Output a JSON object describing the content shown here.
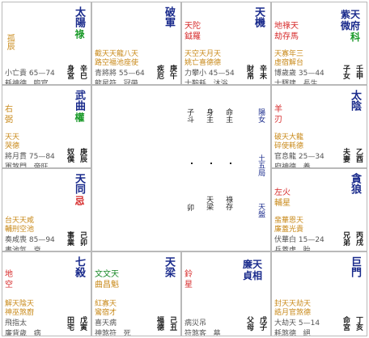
{
  "cells": {
    "si": {
      "main": "太陽",
      "hua": "祿",
      "hua_type": "green",
      "left_red": "",
      "left_green": "",
      "orange": [
        "孤",
        "辰"
      ],
      "ages": "65—74",
      "shensha": [
        "小",
        "耗",
        "忌",
        "亡",
        "神"
      ],
      "palace": [
        "身",
        "宮"
      ],
      "ganzhi": [
        "辛",
        "巳"
      ],
      "changsheng": [
        "臨",
        "官"
      ],
      "extra": [
        "小",
        "耗"
      ]
    },
    "wu": {
      "main": "破軍",
      "hua": "",
      "hua_type": "",
      "left_red": "",
      "left_green": "",
      "orange": [
        "截",
        "路",
        "天",
        "空",
        "龍",
        "德",
        "天",
        "空",
        "天",
        "福",
        "八",
        "座",
        "天",
        "使"
      ],
      "ages": "55—64",
      "shensha": [
        "青",
        "龍",
        "龍",
        "德"
      ],
      "palace": [
        "疾",
        "厄"
      ],
      "ganzhi": [
        "壬",
        "午"
      ],
      "changsheng": [
        "冠",
        "帶"
      ],
      "extra": [
        "青",
        "龍"
      ]
    },
    "wei": {
      "main": "天機",
      "hua": "",
      "hua_type": "",
      "left_red": "天陀",
      "left_green": "",
      "orange": [
        "天",
        "空",
        "天",
        "天",
        "月",
        "天",
        "桃",
        "花",
        "官",
        "喜",
        "德",
        "文"
      ],
      "ages": "45—54",
      "shensha": [
        "力",
        "士",
        "白",
        "虎"
      ],
      "palace": [
        "財",
        "帛"
      ],
      "ganzhi": [
        "癸",
        "未"
      ],
      "changsheng": [
        "沐",
        "浴"
      ],
      "extra": [
        "力",
        "士"
      ]
    },
    "shen": {
      "main": "紫天微府",
      "hua": "科",
      "hua_type": "green",
      "left_red": "地祿天劫存馬",
      "left_green": "",
      "orange": [
        "天",
        "寡",
        "年",
        "三",
        "宿",
        "解",
        "台"
      ],
      "ages": "35—44",
      "shensha": [
        "博",
        "士",
        "歲",
        "建"
      ],
      "palace": [
        "子",
        "女"
      ],
      "ganzhi": [
        "甲",
        "申"
      ],
      "changsheng": [
        "長",
        "生"
      ],
      "extra": [
        "博",
        "士"
      ]
    },
    "chen": {
      "main": "武曲",
      "hua": "權",
      "hua_type": "green",
      "left_red": "右弼",
      "left_green": "",
      "orange": [
        "天",
        "哭",
        "天",
        "德"
      ],
      "ages": "75—84",
      "shensha": [
        "將",
        "軍",
        "帝",
        "旺"
      ],
      "palace": [
        "奴",
        "僕"
      ],
      "ganzhi": [
        "庚",
        "辰"
      ],
      "changsheng": [
        "帝",
        "旺"
      ],
      "extra": [
        "將",
        "軍"
      ]
    },
    "you": {
      "main": "太陰",
      "hua": "",
      "hua_type": "",
      "left_red": "羊刃",
      "left_green": "",
      "orange": [
        "破",
        "碎",
        "天",
        "使",
        "大",
        "德",
        "龍"
      ],
      "ages": "25—34",
      "shensha": [
        "官",
        "府",
        "府",
        "德"
      ],
      "palace": [
        "夫",
        "妻"
      ],
      "ganzhi": [
        "乙",
        "酉"
      ],
      "changsheng": [
        "養",
        ""
      ],
      "extra": [
        "官",
        "府"
      ]
    },
    "mao": {
      "main": "天同",
      "hua": "忌",
      "hua_type": "red",
      "left_red": "",
      "left_green": "",
      "orange": [
        "台",
        "輔",
        "天",
        "空",
        "天",
        "亡",
        "池",
        "神",
        "天",
        "喜",
        "天",
        "德"
      ],
      "ages": "85—94",
      "shensha": [
        "奏",
        "書",
        "池",
        "飛"
      ],
      "palace": [
        "事",
        "業"
      ],
      "ganzhi": [
        "己",
        "卯"
      ],
      "changsheng": [
        "衰",
        ""
      ],
      "extra": [
        "奏",
        "書"
      ]
    },
    "xu": {
      "main": "貪狼",
      "hua": "",
      "hua_type": "",
      "left_red": "左火",
      "left_green": "",
      "orange": [
        "蜚",
        "廉",
        "鳳",
        "閣",
        "天",
        "光",
        "恩",
        "貴"
      ],
      "ages": "15—24",
      "shensha": [
        "伏",
        "兵",
        "兵",
        "成"
      ],
      "palace": [
        "兄",
        "弟"
      ],
      "ganzhi": [
        "丙",
        "戌"
      ],
      "changsheng": [
        "胎",
        ""
      ],
      "extra": [
        "伏",
        "兵"
      ]
    },
    "yin": {
      "main": "七殺",
      "hua": "",
      "hua_type": "",
      "left_red": "地空",
      "left_green": "",
      "orange": [
        "解",
        "神",
        "天",
        "巫",
        "陰",
        "煞",
        "天",
        "刑"
      ],
      "ages": "",
      "shensha": [
        "飛",
        "廉",
        "廉",
        "貞"
      ],
      "palace": [
        "田",
        "宅"
      ],
      "ganzhi": [
        "戊",
        "寅"
      ],
      "changsheng": [
        "病",
        ""
      ],
      "extra": [
        "飛",
        "廉"
      ]
    },
    "chou": {
      "main": "天梁",
      "hua": "",
      "hua_type": "",
      "left_red": "文文天曲昌魁",
      "left_green": "",
      "orange": [
        "紅",
        "鸞",
        "天",
        "宿",
        "官",
        "才"
      ],
      "ages": "",
      "shensha": [
        "喜",
        "神",
        "天",
        "死"
      ],
      "palace": [
        "福",
        "德"
      ],
      "ganzhi": [
        "己",
        "丑"
      ],
      "changsheng": [
        "死",
        ""
      ],
      "extra": [
        "喜",
        "神"
      ]
    },
    "zi": {
      "main": "廉天貞相",
      "hua": "",
      "hua_type": "",
      "left_red": "鈴星",
      "left_green": "",
      "orange": [
        "病",
        "符",
        "天",
        "虛"
      ],
      "ages": "",
      "shensha": [
        "病",
        "符",
        "墓"
      ],
      "palace": [
        "父",
        "母"
      ],
      "ganzhi": [
        "戊",
        "子"
      ],
      "changsheng": [
        "墓",
        ""
      ],
      "extra": [
        "病",
        "符"
      ]
    },
    "hai": {
      "main": "巨門",
      "hua": "",
      "hua_type": "",
      "left_red": "",
      "left_green": "",
      "orange": [
        "封",
        "誥",
        "天",
        "月",
        "天",
        "煞",
        "劫",
        "德",
        "天",
        "煞"
      ],
      "ages": "5—14",
      "shensha": [
        "大",
        "耗",
        "絕"
      ],
      "palace": [
        "命",
        "宮"
      ],
      "ganzhi": [
        "丁",
        "亥"
      ],
      "changsheng": [
        "絕",
        ""
      ],
      "extra": [
        "大",
        "耗"
      ]
    }
  },
  "center": {
    "col1": [
      "子",
      "斗"
    ],
    "col2": [
      "身",
      "主"
    ],
    "col3": [
      "命",
      "主"
    ],
    "col4": [
      "陽",
      "女"
    ],
    "row2_col1": [
      "卯"
    ],
    "row2_col2": [
      "天",
      "梁"
    ],
    "row2_col3": [
      "祿",
      "存"
    ],
    "row2_col4": [
      "土",
      "五",
      "局"
    ],
    "row3_col4": [
      "天",
      "盤"
    ]
  }
}
